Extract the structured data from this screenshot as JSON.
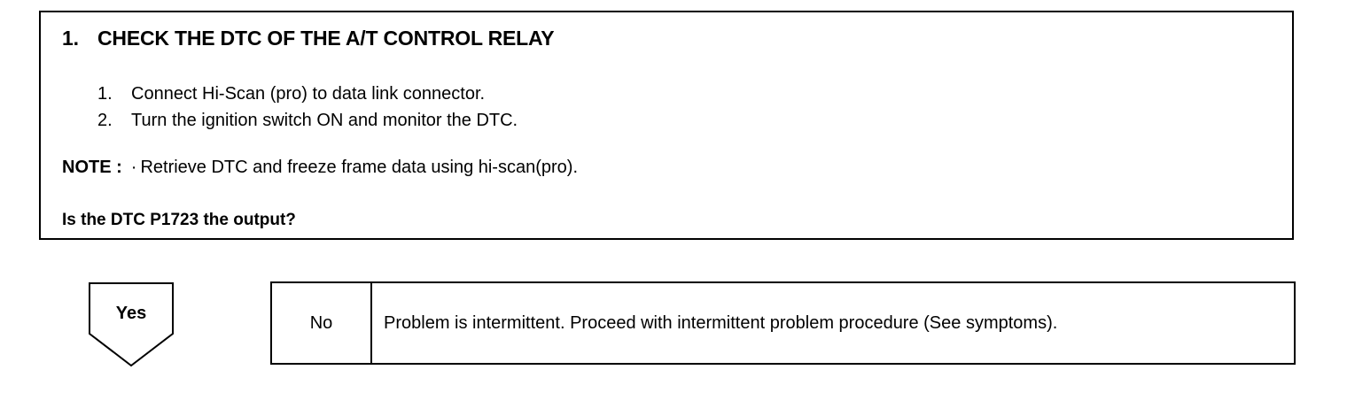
{
  "step": {
    "number": "1.",
    "title": "CHECK THE DTC OF THE A/T CONTROL RELAY",
    "instructions": [
      {
        "number": "1.",
        "text": "Connect Hi-Scan (pro) to data link connector."
      },
      {
        "number": "2.",
        "text": "Turn the ignition switch ON and monitor the DTC."
      }
    ],
    "note": {
      "label": "NOTE :",
      "bullet": "·",
      "text": "Retrieve DTC and freeze frame data using hi-scan(pro)."
    },
    "question": "Is the DTC P1723 the output?"
  },
  "yes_branch": {
    "label": "Yes"
  },
  "no_branch": {
    "label": "No",
    "text": "Problem is intermittent. Proceed with intermittent problem procedure (See symptoms)."
  }
}
